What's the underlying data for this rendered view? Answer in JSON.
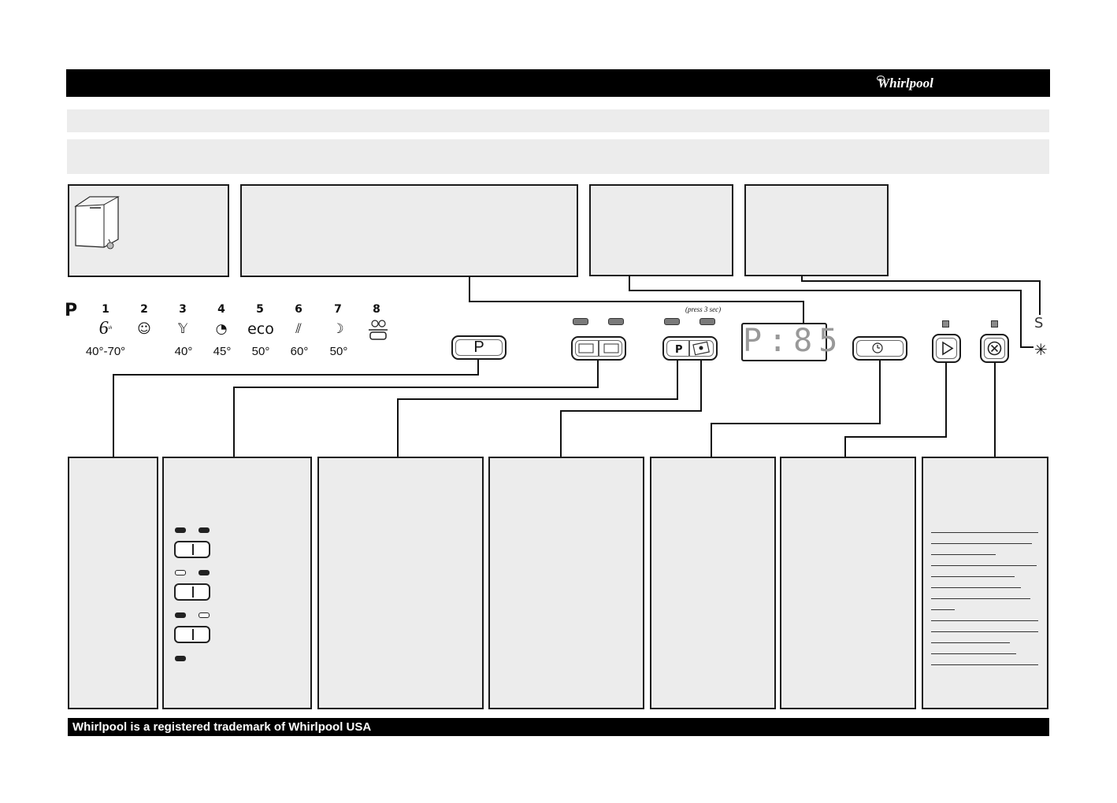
{
  "brand": {
    "logo_text": "Whirlpool"
  },
  "programmes": {
    "p_label": "P",
    "items": [
      {
        "number": "1",
        "icon": "6th-sense-icon",
        "temp": "40°-70°"
      },
      {
        "number": "2",
        "icon": "rinse-icon",
        "temp": ""
      },
      {
        "number": "3",
        "icon": "glass-icon",
        "temp": "40°"
      },
      {
        "number": "4",
        "icon": "quick-wash-icon",
        "temp": "45°"
      },
      {
        "number": "5",
        "icon": "eco-icon",
        "temp": "50°",
        "icon_text": "eco"
      },
      {
        "number": "6",
        "icon": "intensive-icon",
        "temp": "60°"
      },
      {
        "number": "7",
        "icon": "night-icon",
        "temp": "50°"
      },
      {
        "number": "8",
        "icon": "self-clean-icon",
        "temp": ""
      }
    ]
  },
  "controls": {
    "p_button_label": "P",
    "press_hint": "(press 3 sec)",
    "display_value": "P:85",
    "salt_indicator": "S"
  },
  "footer": {
    "text": "Whirlpool is a registered trademark of Whirlpool USA"
  },
  "colors": {
    "header": "#000000",
    "panel": "#ececec",
    "border": "#1a1a1a"
  }
}
